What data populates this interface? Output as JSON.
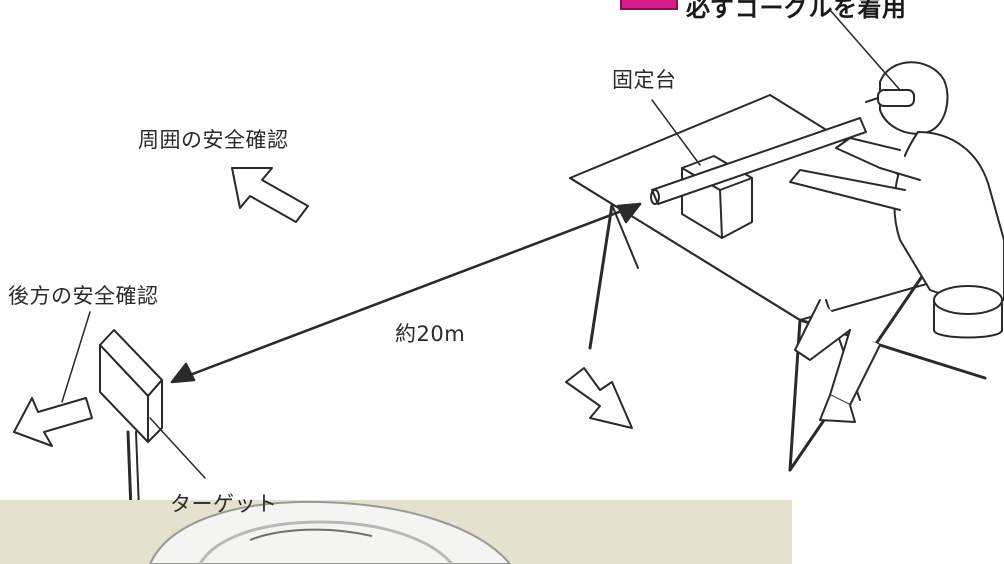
{
  "labels": {
    "top_banner": "必ずゴーグルを着用",
    "fixed_stand": "固定台",
    "surrounding_check": "周囲の安全確認",
    "rear_check": "後方の安全確認",
    "distance": "約20m",
    "target": "ターゲット"
  },
  "colors": {
    "badge": "#d81b8c",
    "line": "#2a2a2a",
    "photo_strip": "#e4e1cf"
  },
  "icons": {
    "arrow_surrounding": "hollow-arrow-up-left",
    "arrow_rear": "hollow-arrow-down-left",
    "arrow_front": "hollow-arrow-down-right"
  }
}
